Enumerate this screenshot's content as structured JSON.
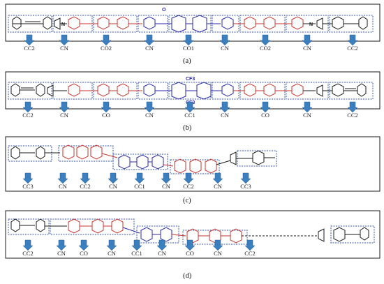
{
  "colors": {
    "black": "#1a1a1a",
    "red": "#c8352e",
    "blue": "#2a2aa8",
    "box": "#3355aa",
    "arrow": "#3b7fbe"
  },
  "atoms": {
    "N": "N",
    "O": "O",
    "CF3": "CF3"
  },
  "figure": {
    "panels": [
      {
        "id": "a",
        "caption": "(a)",
        "labels": [
          "CC2",
          "CN",
          "CO2",
          "CN",
          "CO1",
          "CN",
          "CO2",
          "CN",
          "CC2"
        ]
      },
      {
        "id": "b",
        "caption": "(b)",
        "labels": [
          "CC2",
          "CN",
          "CO",
          "CN",
          "CC1",
          "CN",
          "CO",
          "CN",
          "CC2"
        ]
      },
      {
        "id": "c",
        "caption": "(c)",
        "labels": [
          "CC3",
          "CN",
          "CC2",
          "CN",
          "CC1",
          "CN",
          "CC2",
          "CN",
          "CC3"
        ]
      },
      {
        "id": "d",
        "caption": "(d)",
        "labels": [
          "CC2",
          "CN",
          "CO",
          "CN",
          "CC1",
          "CN",
          "CO",
          "CN",
          "CC2"
        ]
      }
    ]
  }
}
